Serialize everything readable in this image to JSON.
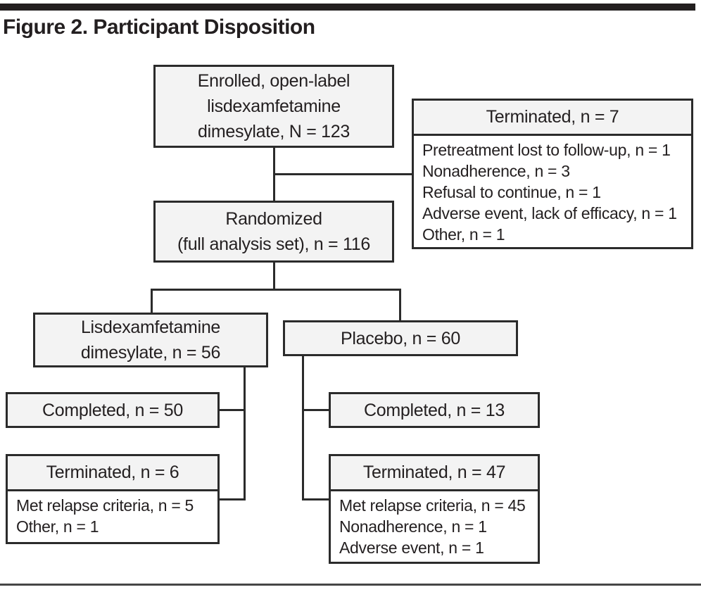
{
  "figure": {
    "title": "Figure 2. Participant Disposition"
  },
  "colors": {
    "box_fill": "#f3f3f3",
    "box_border": "#2b2b2b",
    "connector": "#2b2b2b",
    "text": "#231f20",
    "top_bar": "#231f20"
  },
  "nodes": {
    "enrolled": {
      "line1": "Enrolled, open-label",
      "line2": "lisdexamfetamine",
      "line3": "dimesylate, N = 123"
    },
    "terminated_open_label": {
      "header": "Terminated, n = 7",
      "items": [
        "Pretreatment lost to follow-up, n = 1",
        "Nonadherence, n = 3",
        "Refusal to continue, n = 1",
        "Adverse event, lack of efficacy, n = 1",
        "Other, n = 1"
      ]
    },
    "randomized": {
      "line1": "Randomized",
      "line2": "(full analysis set), n = 116"
    },
    "ldx_arm": {
      "line1": "Lisdexamfetamine",
      "line2": "dimesylate, n = 56"
    },
    "placebo_arm": {
      "label": "Placebo, n = 60"
    },
    "ldx_completed": {
      "label": "Completed, n = 50"
    },
    "ldx_terminated": {
      "header": "Terminated, n = 6",
      "items": [
        "Met relapse criteria, n = 5",
        "Other, n = 1"
      ]
    },
    "placebo_completed": {
      "label": "Completed, n = 13"
    },
    "placebo_terminated": {
      "header": "Terminated, n = 47",
      "items": [
        "Met relapse criteria, n = 45",
        "Nonadherence, n = 1",
        "Adverse event, n = 1"
      ]
    }
  },
  "edges": [
    [
      "enrolled",
      "terminated_open_label"
    ],
    [
      "enrolled",
      "randomized"
    ],
    [
      "randomized",
      "ldx_arm"
    ],
    [
      "randomized",
      "placebo_arm"
    ],
    [
      "ldx_arm",
      "ldx_completed"
    ],
    [
      "ldx_arm",
      "ldx_terminated"
    ],
    [
      "placebo_arm",
      "placebo_completed"
    ],
    [
      "placebo_arm",
      "placebo_terminated"
    ]
  ]
}
